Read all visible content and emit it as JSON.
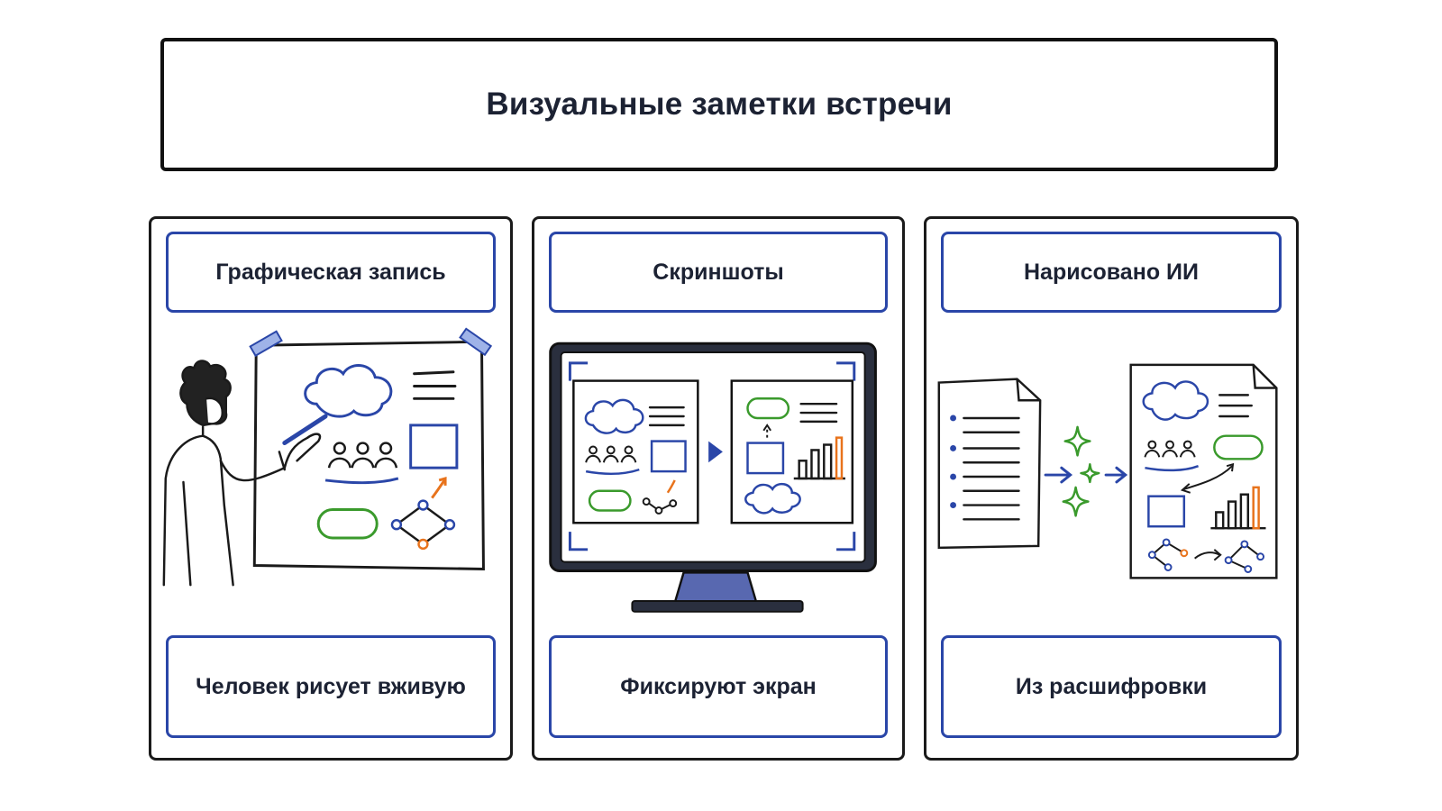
{
  "title": "Визуальные заметки встречи",
  "panels": [
    {
      "header": "Графическая запись",
      "footer": "Человек рисует вживую",
      "icon": "person-drawing-on-board-icon"
    },
    {
      "header": "Скриншоты",
      "footer": "Фиксируют экран",
      "icon": "monitor-screenshots-icon"
    },
    {
      "header": "Нарисовано ИИ",
      "footer": "Из расшифровки",
      "icon": "ai-transcript-to-sketch-icon"
    }
  ],
  "colors": {
    "accent_blue": "#2a46a8",
    "accent_green": "#3a9a2c",
    "accent_orange": "#e8731c",
    "ink": "#1a1a1a"
  }
}
